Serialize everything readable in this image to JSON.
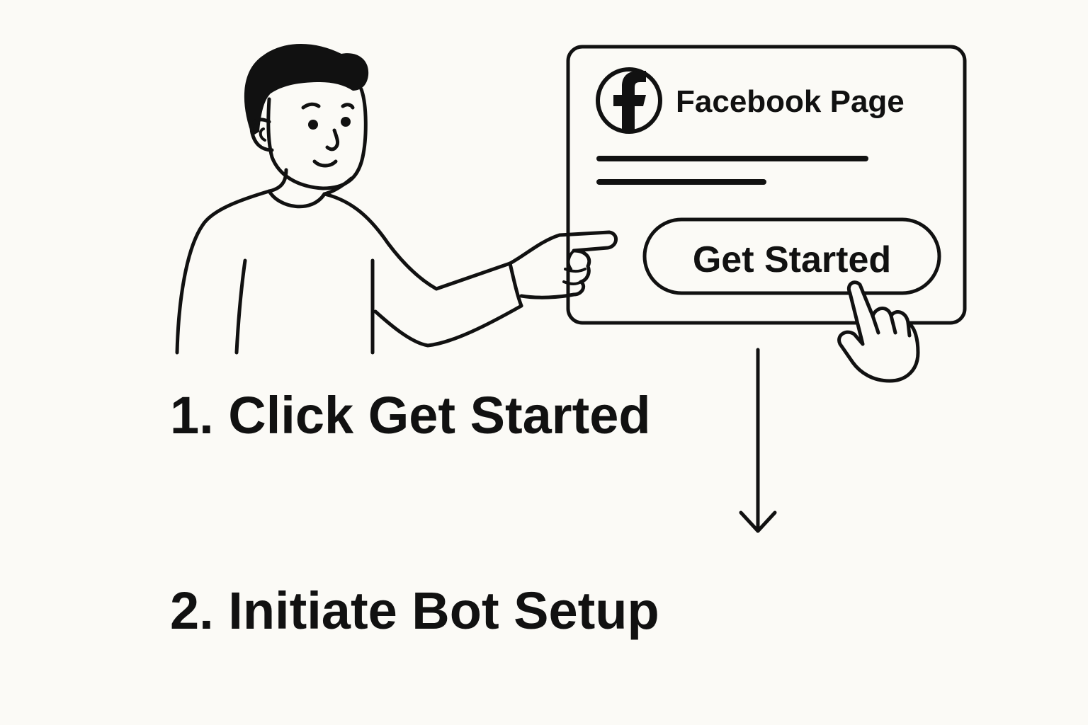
{
  "colors": {
    "background": "#fbfaf6",
    "ink": "#111111"
  },
  "card": {
    "icon": "facebook-icon",
    "title": "Facebook Page",
    "button_label": "Get Started",
    "cursor_icon": "hand-pointer-icon"
  },
  "steps": [
    {
      "label": "1. Click Get Started"
    },
    {
      "label": "2. Initiate Bot Setup"
    }
  ],
  "connector": "down-arrow-icon"
}
